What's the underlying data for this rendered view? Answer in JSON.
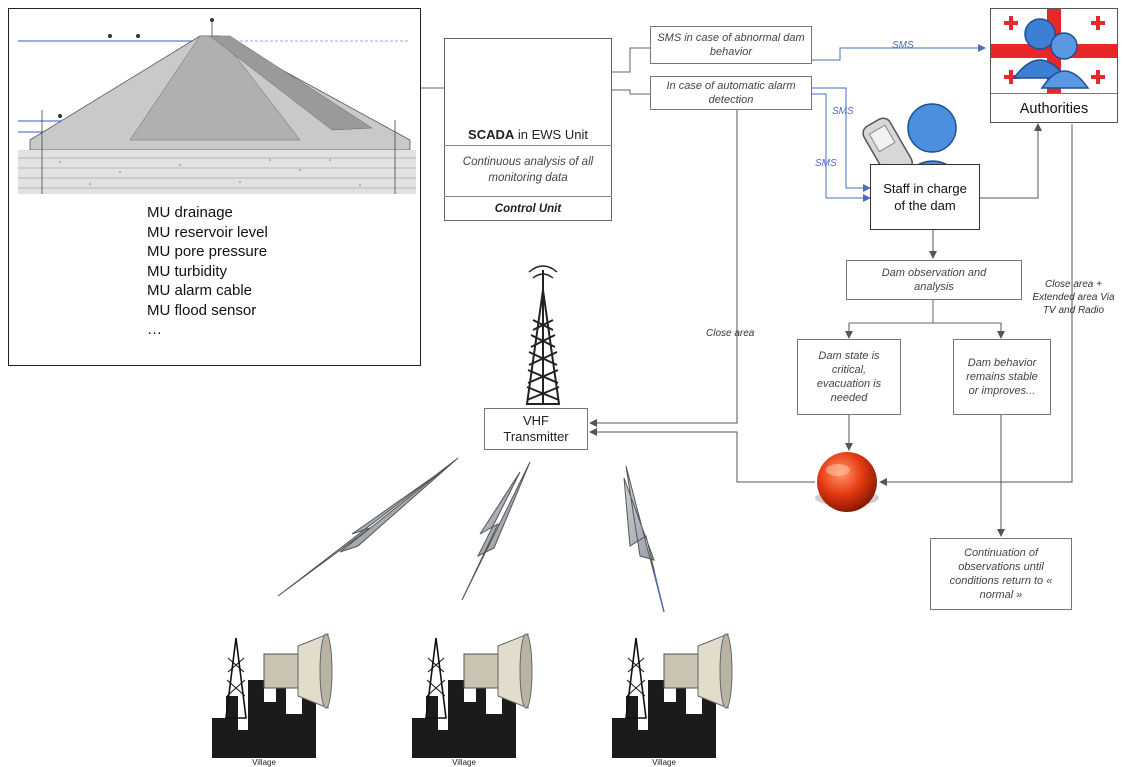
{
  "monitoring_panel": {
    "units": [
      "MU drainage",
      "MU reservoir level",
      "MU pore pressure",
      "MU turbidity",
      "MU alarm cable",
      "MU flood sensor",
      "…"
    ]
  },
  "control_unit": {
    "scada_bold": "SCADA",
    "scada_rest": " in EWS Unit",
    "analysis": "Continuous analysis of all monitoring data",
    "title": "Control Unit"
  },
  "messages": {
    "sms_abnormal": "SMS in case of abnormal dam behavior",
    "auto_alarm": "In case of automatic alarm detection"
  },
  "edges": {
    "sms_1": "SMS",
    "sms_2": "SMS",
    "sms_3": "SMS",
    "close_area": "Close area",
    "close_extended": "Close area + Extended area Via TV and Radio"
  },
  "nodes": {
    "authorities": "Authorities",
    "staff": "Staff in charge of the dam",
    "observation": "Dam observation and analysis",
    "critical": "Dam state is critical, evacuation is needed",
    "stable": "Dam behavior remains stable or improves...",
    "continuation": "Continuation of observations until conditions return to « normal »",
    "vhf": "VHF Transmitter"
  },
  "villages": [
    "Village",
    "Village",
    "Village"
  ],
  "colors": {
    "sms_arrow": "#4a6fc0",
    "connector": "#666666",
    "alarm_button": "#e03a14"
  }
}
